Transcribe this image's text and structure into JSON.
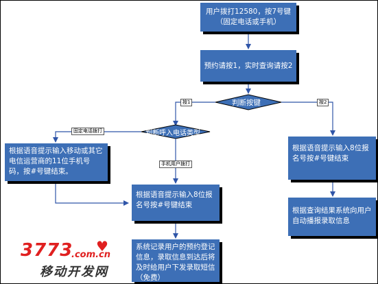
{
  "boxes": {
    "start": "用户拨打12580，按7号键（固定电话或手机）",
    "select_prompt": "预约请按1，实时查询请按2",
    "input_phone": "根据语音提示输入移动或其它电信运营商的11位手机号码，按#号键结束。",
    "input_reg_center": "根据语音提示输入8位报名号按#号键结束",
    "input_reg_right": "根据语音提示输入8位报名号按#号键结束",
    "auto_broadcast": "根据查询结果系统向用户自动播报录取信息",
    "system_record": "系统记录用户的预约登记信息，录取信息到达后将及时给用户下发录取短信（免费）"
  },
  "decisions": {
    "key": "判断按键",
    "call_type": "判断呼入电话类型"
  },
  "edge_labels": {
    "press_1": "按1",
    "press_2": "按2",
    "fixed_phone": "固定电话拨打",
    "mobile_phone": "手机用户拨打"
  },
  "watermark": {
    "number": "3773",
    "domain": ".com.cn",
    "slogan": "移动开发网"
  },
  "colors": {
    "box_fill": "#3d6fb6",
    "arrow": "#2f55a8",
    "logo_red": "#e02020"
  }
}
